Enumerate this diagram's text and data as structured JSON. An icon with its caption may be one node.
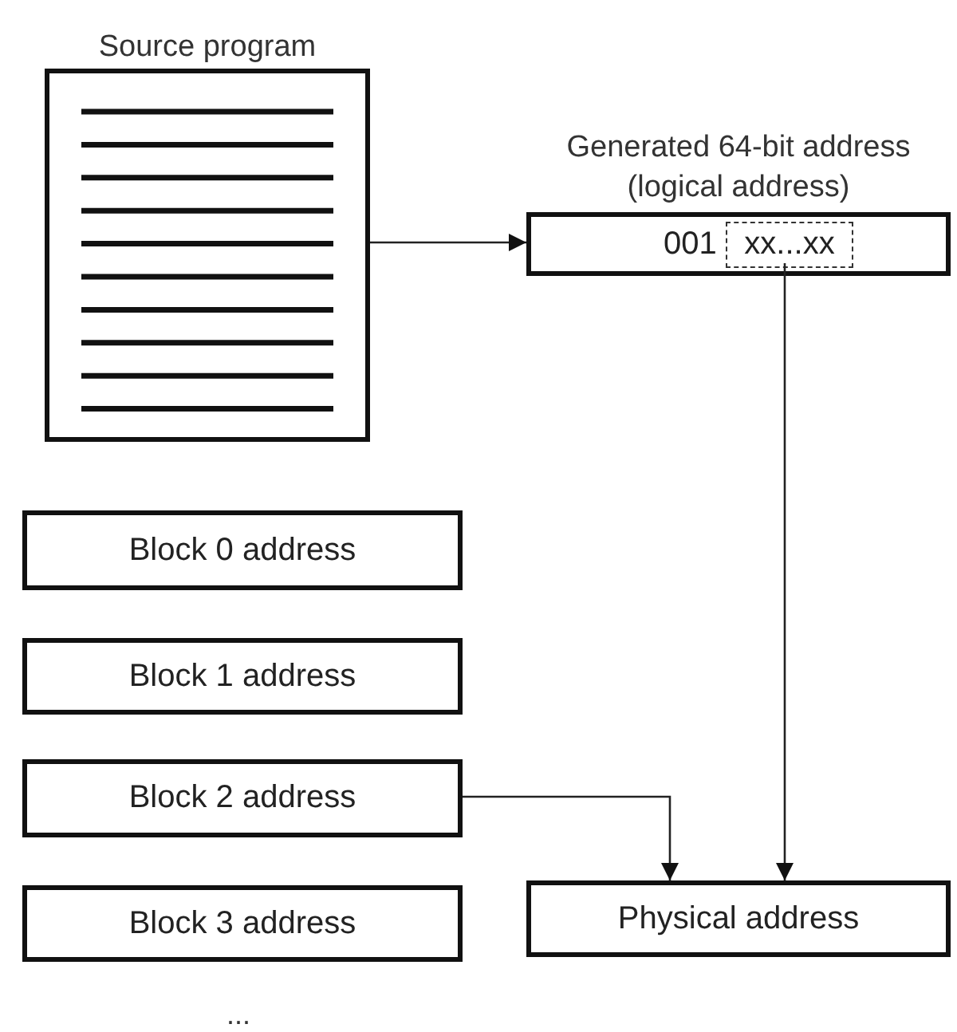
{
  "diagram": {
    "nodes": [
      {
        "text": [
          "Source program"
        ]
      },
      {
        "text": [
          "Generated 64-bit address (logical address)",
          "001"
        ]
      },
      {
        "text": [
          "xx...xx"
        ],
        "in": 1
      },
      {
        "text": [
          "Block 0 address"
        ]
      },
      {
        "text": [
          "Block 1 address"
        ]
      },
      {
        "text": [
          "Block 2 address"
        ]
      },
      {
        "text": [
          "Block 3 address"
        ]
      },
      {
        "text": [
          "Physical address"
        ]
      }
    ],
    "edges": [
      {
        "from": 0,
        "to": 1,
        "arrow": "to"
      },
      {
        "from": 2,
        "to": 7,
        "arrow": "to"
      },
      {
        "from": 5,
        "to": 7,
        "arrow": "to"
      }
    ],
    "labels": [
      "..."
    ]
  }
}
